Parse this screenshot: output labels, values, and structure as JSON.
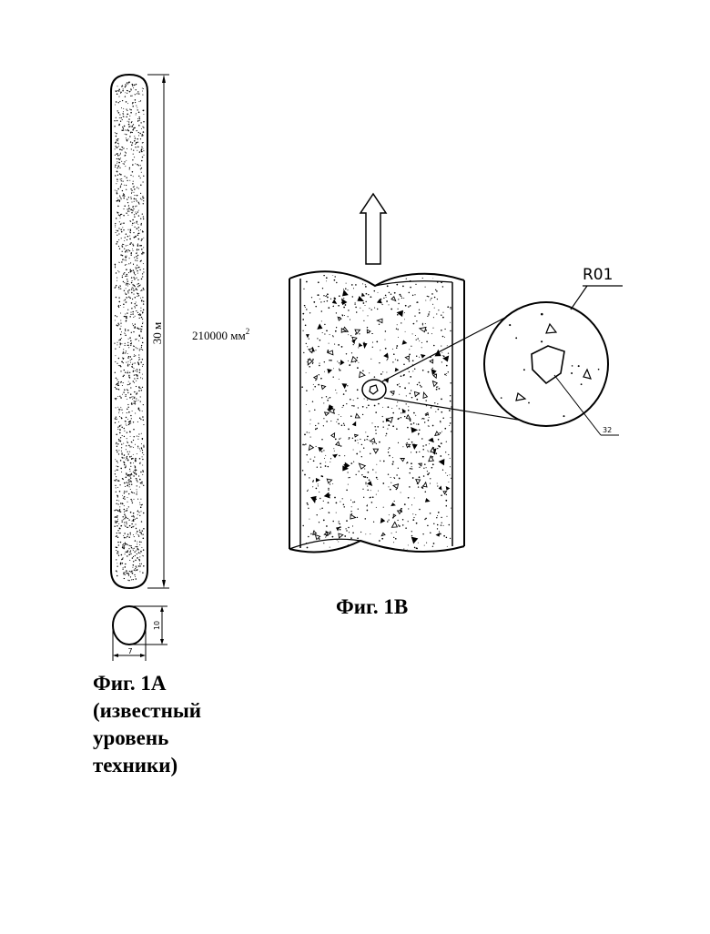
{
  "figure_1a": {
    "length_label": "30 м",
    "area_label": "210000 мм",
    "area_unit_exponent": "2",
    "cross_section_height_label": "10",
    "cross_section_width_label": "7",
    "caption_lines": [
      "Фиг. 1А",
      "(известный",
      "уровень",
      "техники)"
    ]
  },
  "figure_1b": {
    "roi_label": "R01",
    "detail_reference": "32",
    "caption": "Фиг. 1В"
  }
}
